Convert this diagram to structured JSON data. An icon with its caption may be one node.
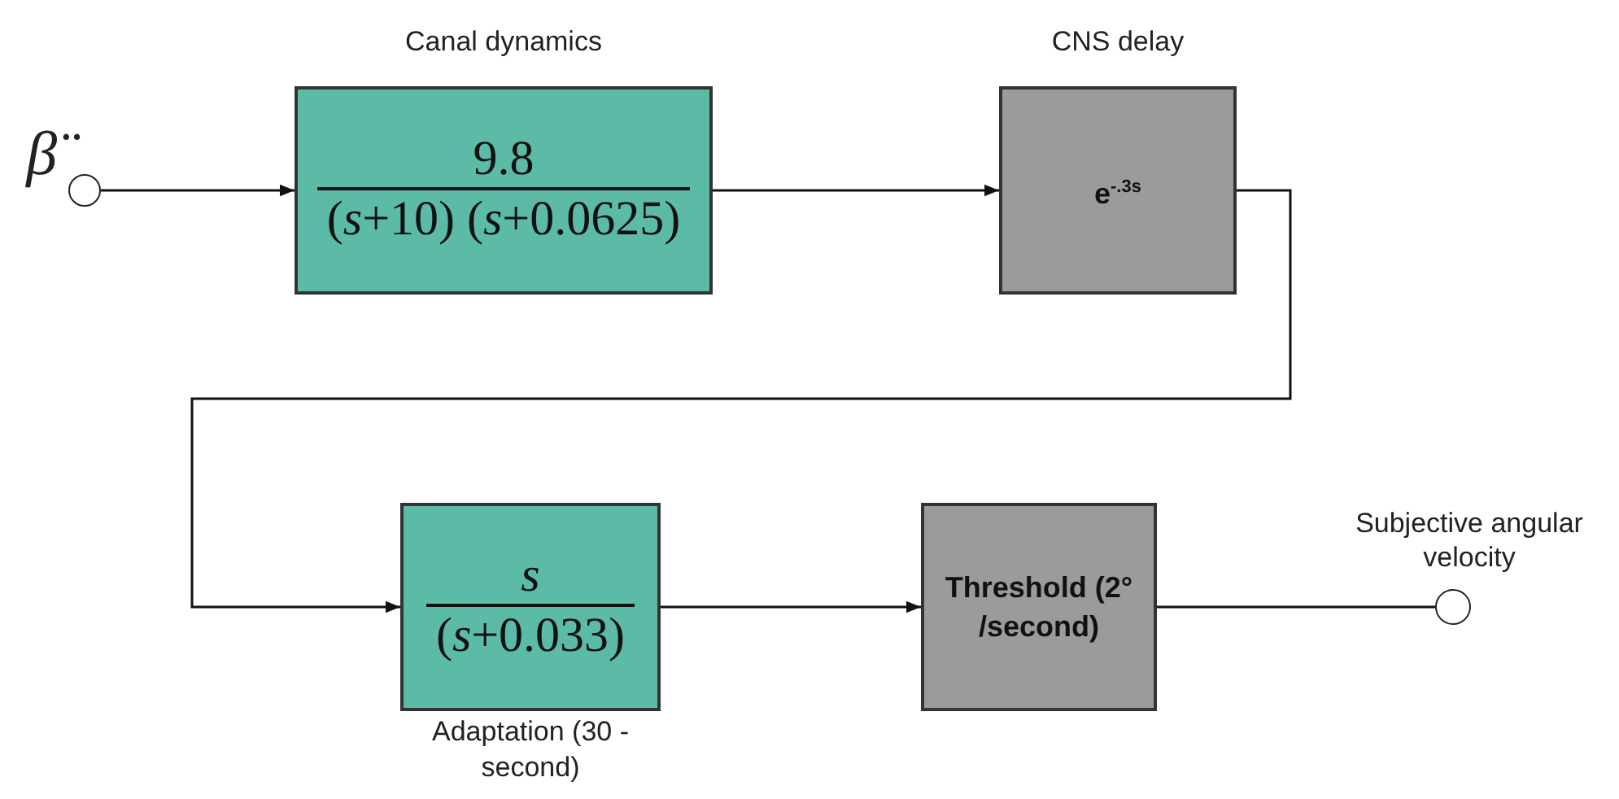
{
  "diagram": {
    "nodes": [
      {
        "text": [],
        "shape": "circle",
        "beside": [
          "β̈"
        ]
      },
      {
        "text": [
          "Canal dynamics",
          "9.8",
          "(*s*+10) (*s*+0.0625)"
        ]
      },
      {
        "text": [
          "CNS delay",
          "e$^{-.3s}$"
        ]
      },
      {
        "text": [
          "s",
          "(*s*+0.033)",
          "Adaptation (30 - second)"
        ]
      },
      {
        "text": [
          "Threshold (2° /second)"
        ]
      },
      {
        "text": [],
        "shape": "circle",
        "beside": [
          "Subjective angular velocity"
        ]
      }
    ],
    "edges": [
      {
        "from": 0,
        "to": 1,
        "arrow": "to"
      },
      {
        "from": 1,
        "to": 2,
        "arrow": "to"
      },
      {
        "from": 2,
        "to": 3,
        "arrow": "to"
      },
      {
        "from": 3,
        "to": 4,
        "arrow": "to"
      },
      {
        "from": 4,
        "to": 5,
        "arrow": "none"
      }
    ]
  }
}
